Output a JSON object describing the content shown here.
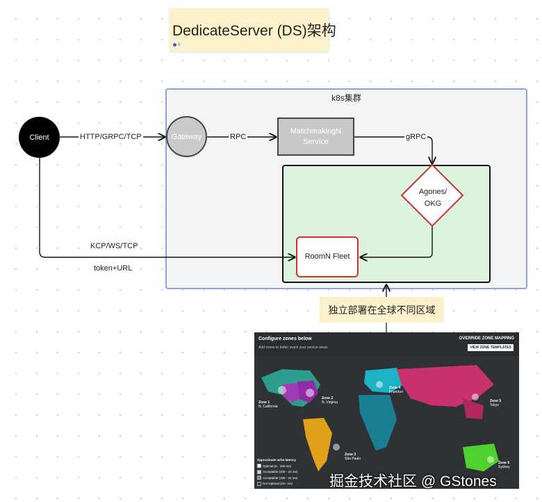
{
  "title": {
    "text": "DedicateServer (DS)架构",
    "badge": "ǒ"
  },
  "cluster": {
    "label": "k8s集群"
  },
  "nodes": {
    "client": "Client",
    "gateway": "Gateway",
    "matchmaking": "MatchmakingN Service",
    "agones": "Agones/ OKG",
    "room": "RoomN Fleet"
  },
  "edges": {
    "client_gateway": "HTTP/GRPC/TCP",
    "gateway_mm": "RPC",
    "mm_agones": "gRPC",
    "client_room_top": "KCP/WS/TCP",
    "client_room_bottom": "token+URL"
  },
  "deploy_note": "独立部署在全球不同区域",
  "map": {
    "header_title": "Configure zones below",
    "header_sub": "Add zones to better reach your service areas",
    "override": "OVERRIDE ZONE MAPPING",
    "view_button": "VIEW ZONE TEMPLATES",
    "legend_title": "Approximate write latency",
    "legend": [
      "Optimal (0 - 100 ms)",
      "Acceptable (100 - 24 ms)",
      "Acceptable (100 - 24 ms)",
      "Not Optimal (24+ ms)"
    ],
    "zones": [
      {
        "name": "Zone 1",
        "place": "N. California"
      },
      {
        "name": "Zone 2",
        "place": "N. Virginia"
      },
      {
        "name": "Zone 3",
        "place": "São Paulo"
      },
      {
        "name": "Zone 4",
        "place": "Frankfurt"
      },
      {
        "name": "Zone 5",
        "place": "Tokyo"
      },
      {
        "name": "Zone 6",
        "place": "Sydney"
      }
    ]
  },
  "watermark": "掘金技术社区 @ GStones",
  "colors": {
    "accent_red": "#d32f2f",
    "cluster_border": "#8fa3dc",
    "fleet_fill": "#dcf3de",
    "note_fill": "#fdf1cc"
  }
}
